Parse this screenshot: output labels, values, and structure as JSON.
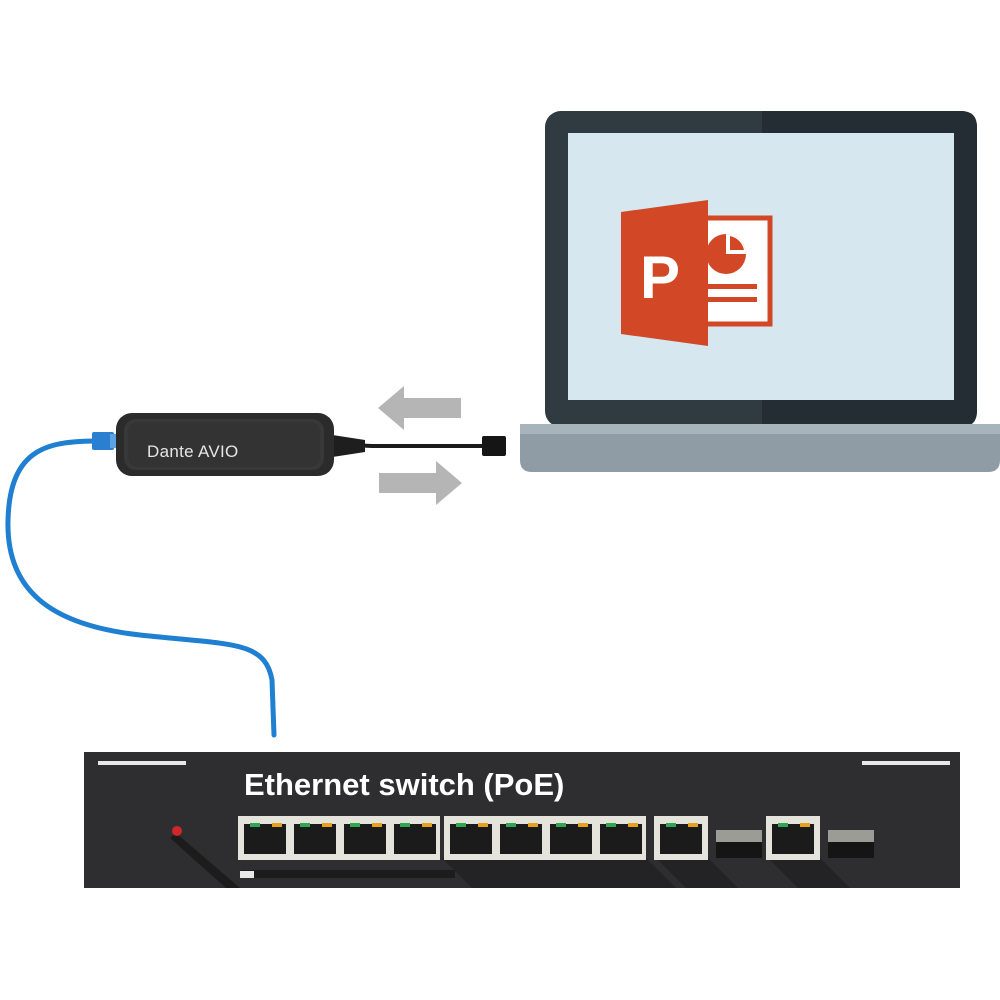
{
  "adapter": {
    "label": "Dante AVIO"
  },
  "switch": {
    "title": "Ethernet switch (PoE)"
  },
  "laptop": {
    "screen_app_icon": "powerpoint-icon",
    "app_letter": "P"
  },
  "arrows": {
    "left": "arrow-left-icon",
    "right": "arrow-right-icon"
  },
  "colors": {
    "ethernet_cable": "#1f7fd0",
    "powerpoint_orange": "#d24726",
    "switch_body": "#2e2e30",
    "laptop_bezel": "#2f3a41",
    "laptop_screen": "#d6e7ef",
    "laptop_base": "#8f9ca6",
    "arrow_gray": "#b5b5b5"
  }
}
